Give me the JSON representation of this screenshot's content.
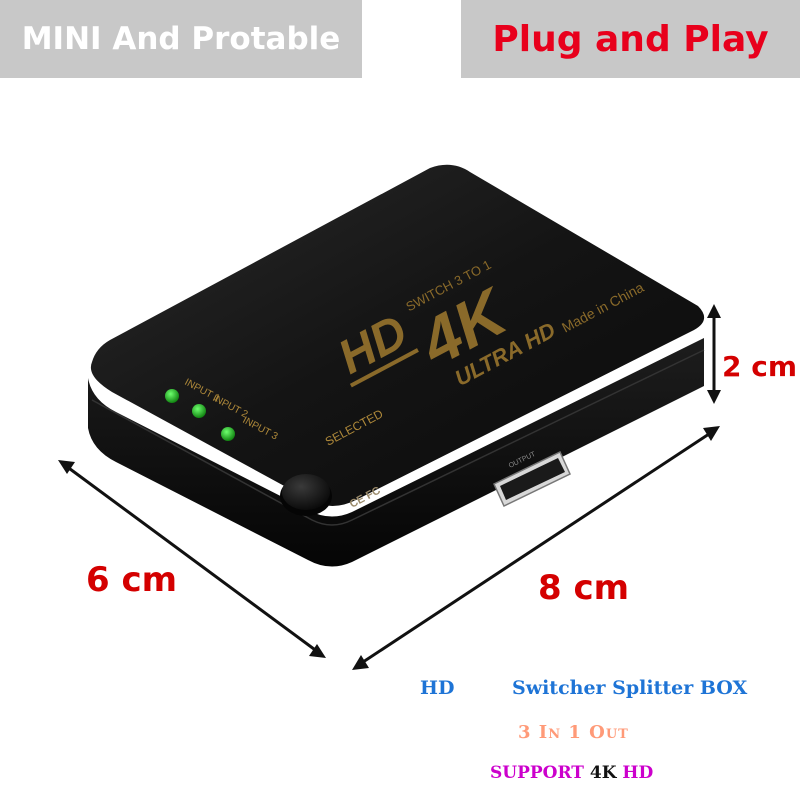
{
  "banners": {
    "left": "MINI And Protable",
    "right": "Plug and Play"
  },
  "dimensions": {
    "height": "2 cm",
    "width": "6 cm",
    "length": "8 cm"
  },
  "device": {
    "logo_hd": "HD",
    "switch_label": "SWITCH 3 TO 1",
    "big_label": "4K",
    "ultra_label": "ULTRA HD",
    "made_in": "Made in China",
    "inputs": [
      "INPUT 1",
      "INPUT 2",
      "INPUT 3"
    ],
    "selected_label": "SELECTED",
    "output_label": "OUTPUT",
    "cert_marks": "CE FC"
  },
  "captions": {
    "hd": "HD",
    "switcher": "Switcher Splitter BOX",
    "three_in_one": "3 In 1 Out",
    "support_prefix": "SUPPORT",
    "support_highlight": "4K",
    "support_suffix": "HD"
  },
  "colors": {
    "banner_bg": "#c8c8c8",
    "dimension_red": "#d40000",
    "device_black": "#111111",
    "print_gold": "#8a6a2a",
    "led_green": "#18b018"
  }
}
